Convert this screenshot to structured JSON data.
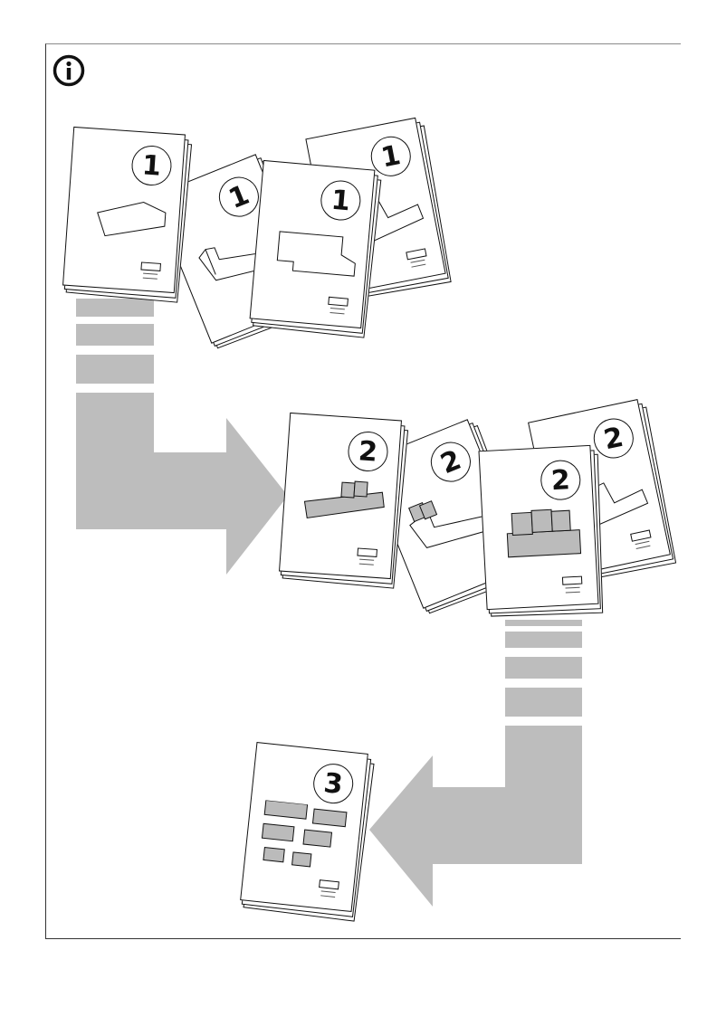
{
  "page": {
    "info_icon": "info-circle-icon",
    "arrow_color": "#bdbdbd",
    "booklets": [
      {
        "step": "1",
        "content": "chaise-longue"
      },
      {
        "step": "1",
        "content": "seat-section-open"
      },
      {
        "step": "1",
        "content": "corner-section"
      },
      {
        "step": "1",
        "content": "seat-section"
      },
      {
        "step": "2",
        "content": "chaise-longue-with-cushions"
      },
      {
        "step": "2",
        "content": "seat-section-open-with-cushions"
      },
      {
        "step": "2",
        "content": "three-seat-section-with-cushions"
      },
      {
        "step": "2",
        "content": "seat-section-with-cushions"
      },
      {
        "step": "3",
        "content": "sofa-combinations"
      }
    ]
  }
}
